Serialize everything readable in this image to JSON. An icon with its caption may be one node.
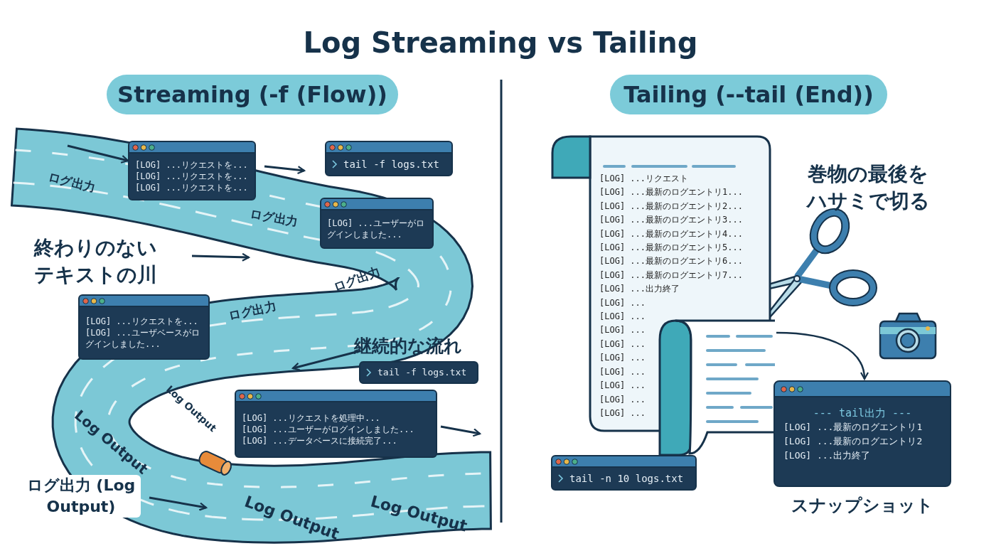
{
  "diagram": {
    "title": "Log Streaming vs Tailing",
    "nodes": [
      {
        "text": [
          "Streaming (-f (Flow))"
        ]
      },
      {
        "text": [
          "Tailing (--tail (End))"
        ]
      },
      {
        "text": [
          "[LOG] ...リクエストを...",
          "[LOG] ...リクエストを...",
          "[LOG] ...リクエストを..."
        ]
      },
      {
        "text": [
          "tail -f logs.txt"
        ]
      },
      {
        "text": [
          "[LOG] ...ユーザーがログインしました..."
        ]
      },
      {
        "text": [
          "[LOG] ...リクエストを...",
          "[LOG] ...ユーザベースがログインしました..."
        ]
      },
      {
        "text": [
          "tail -f logs.txt"
        ]
      },
      {
        "text": [
          "[LOG] ...リクエストを処理中...",
          "[LOG] ...ユーザーがログインしました...",
          "[LOG] ...データベースに接続完了..."
        ]
      },
      {
        "text": [
          "[LOG] ...リクエスト",
          "[LOG] ...最新のログエントリ1...",
          "[LOG] ...最新のログエントリ2...",
          "[LOG] ...最新のログエントリ3...",
          "[LOG] ...最新のログエントリ4...",
          "[LOG] ...最新のログエントリ5...",
          "[LOG] ...最新のログエントリ6...",
          "[LOG] ...最新のログエントリ7...",
          "[LOG] ...出力終了",
          "[LOG] ...",
          "[LOG] ...",
          "[LOG] ...",
          "[LOG] ...",
          "[LOG] ...",
          "[LOG] ...",
          "[LOG] ...",
          "[LOG] ...",
          "[LOG] ..."
        ]
      },
      {
        "text": [],
        "shape": "picture"
      },
      {
        "text": [
          "tail -n 10 logs.txt"
        ]
      },
      {
        "text": [
          "--- tail出力 ---",
          "[LOG] ...最新のログエントリ1",
          "[LOG] ...最新のログエントリ2",
          "[LOG] ...出力終了"
        ],
        "beside": [
          "スナップショット"
        ]
      }
    ],
    "edges": [
      {
        "from": 9,
        "to": 11,
        "arrow": "to"
      }
    ],
    "labels": [
      "ログ出力",
      "ログ出力",
      "ログ出力",
      "ログ出力",
      "終わりのないテキストの川",
      "継続的な流れ",
      "Log Output",
      "Log Output",
      "Log Output",
      "Log Output",
      "ログ出力 (Log Output)",
      "巻物の最後をハサミで切る"
    ]
  }
}
